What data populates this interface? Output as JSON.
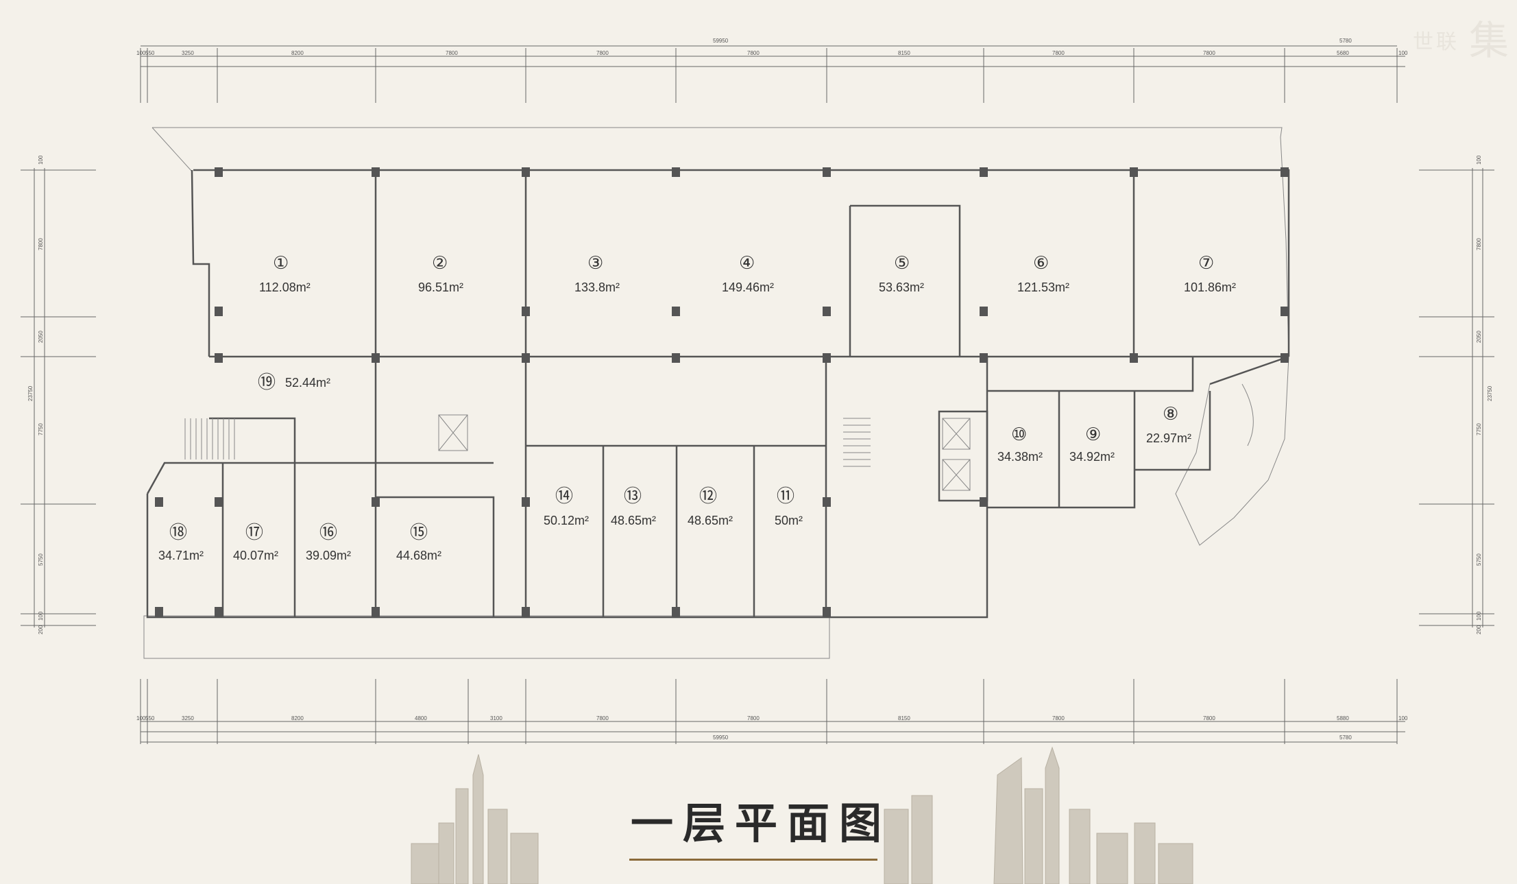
{
  "title": "一层平面图",
  "brand": {
    "text": "世联",
    "mark": "集"
  },
  "dimensions": {
    "top_total": "59950",
    "top_right_total": "5780",
    "top_segments": [
      "100",
      "550",
      "3250",
      "8200",
      "7800",
      "7800",
      "7800",
      "8150",
      "7800",
      "7800",
      "5680",
      "100"
    ],
    "bottom_segments": [
      "100",
      "550",
      "3250",
      "8200",
      "4800",
      "3100",
      "7800",
      "7800",
      "8150",
      "7800",
      "7800",
      "5880",
      "100"
    ],
    "bottom_total": "59950",
    "bottom_right_total": "5780",
    "left_segments": [
      "100",
      "7800",
      "2050",
      "7750",
      "5750",
      "100",
      "200"
    ],
    "left_total": "23750",
    "right_segments": [
      "100",
      "7800",
      "2050",
      "7750",
      "5750",
      "100",
      "200"
    ],
    "right_total": "23750"
  },
  "units": [
    {
      "no": "①",
      "area": "112.08m²"
    },
    {
      "no": "②",
      "area": "96.51m²"
    },
    {
      "no": "③",
      "area": "133.8m²"
    },
    {
      "no": "④",
      "area": "149.46m²"
    },
    {
      "no": "⑤",
      "area": "53.63m²"
    },
    {
      "no": "⑥",
      "area": "121.53m²"
    },
    {
      "no": "⑦",
      "area": "101.86m²"
    },
    {
      "no": "⑧",
      "area": "22.97m²"
    },
    {
      "no": "⑨",
      "area": "34.92m²"
    },
    {
      "no": "⑩",
      "area": "34.38m²"
    },
    {
      "no": "⑪",
      "area": "50m²"
    },
    {
      "no": "⑫",
      "area": "48.65m²"
    },
    {
      "no": "⑬",
      "area": "48.65m²"
    },
    {
      "no": "⑭",
      "area": "50.12m²"
    },
    {
      "no": "⑮",
      "area": "44.68m²"
    },
    {
      "no": "⑯",
      "area": "39.09m²"
    },
    {
      "no": "⑰",
      "area": "40.07m²"
    },
    {
      "no": "⑱",
      "area": "34.71m²"
    },
    {
      "no": "⑲",
      "area": "52.44m²"
    }
  ]
}
